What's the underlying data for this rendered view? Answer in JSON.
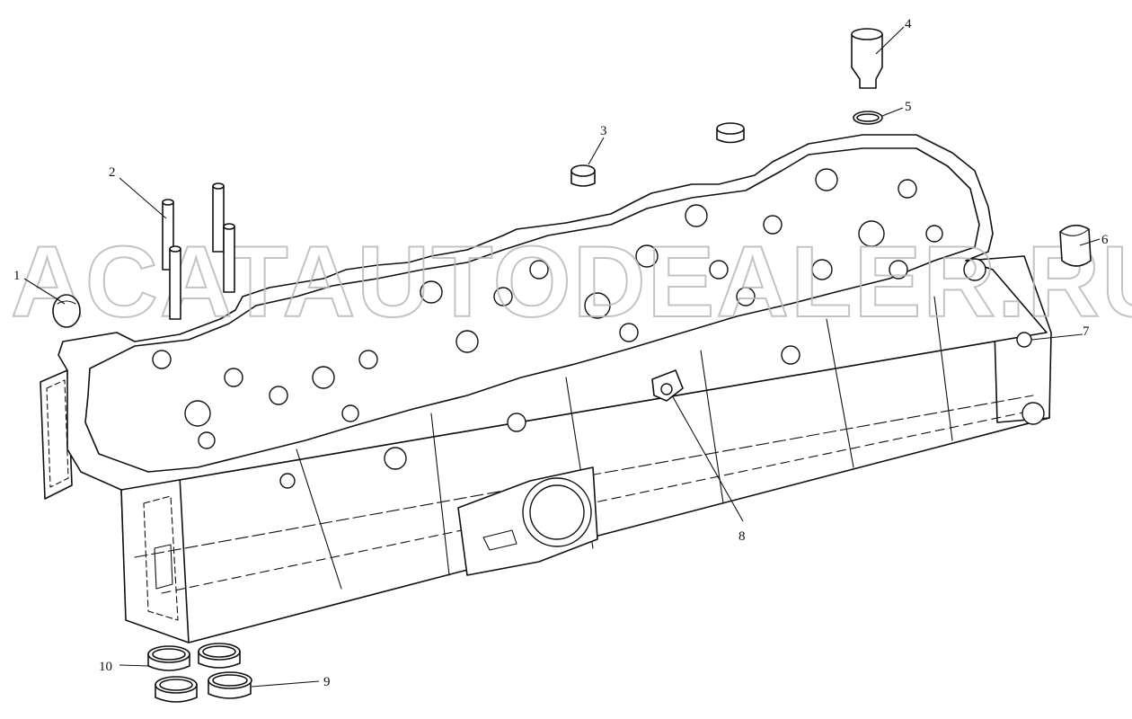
{
  "watermark": {
    "text": "ACATAUTODEALER.RU",
    "color": "#b9b9b9"
  },
  "callouts": [
    {
      "id": "1",
      "label": "1"
    },
    {
      "id": "2",
      "label": "2"
    },
    {
      "id": "3",
      "label": "3"
    },
    {
      "id": "4",
      "label": "4"
    },
    {
      "id": "5",
      "label": "5"
    },
    {
      "id": "6",
      "label": "6"
    },
    {
      "id": "7",
      "label": "7"
    },
    {
      "id": "8",
      "label": "8"
    },
    {
      "id": "9",
      "label": "9"
    },
    {
      "id": "10",
      "label": "10"
    }
  ],
  "colors": {
    "line": "#111111",
    "background": "#ffffff"
  }
}
